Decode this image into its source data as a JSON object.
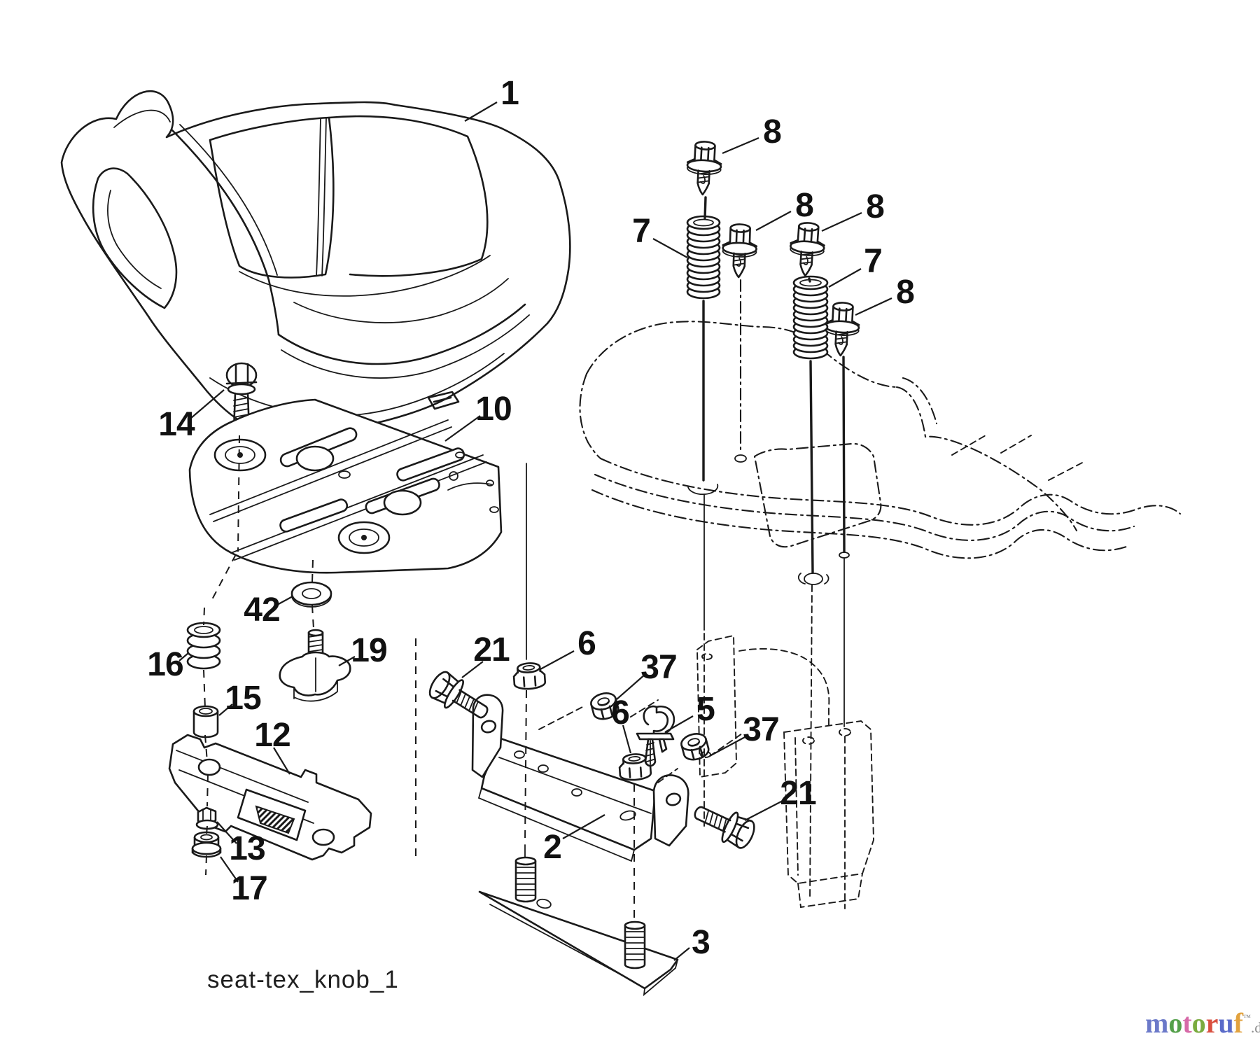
{
  "figure": {
    "type": "exploded-parts-diagram",
    "subject": "tractor seat assembly",
    "caption": "seat-tex_knob_1",
    "ink_color": "#1a1a1a",
    "background_color": "#ffffff",
    "callouts": [
      {
        "id": "seat",
        "text": "1"
      },
      {
        "id": "bolt-8-top",
        "text": "8"
      },
      {
        "id": "bolt-8-mid-left",
        "text": "8"
      },
      {
        "id": "bolt-8-mid-right",
        "text": "8"
      },
      {
        "id": "spring-7-left",
        "text": "7"
      },
      {
        "id": "spring-7-right",
        "text": "7"
      },
      {
        "id": "bolt-8-lower",
        "text": "8"
      },
      {
        "id": "carriage-bolt",
        "text": "14"
      },
      {
        "id": "seat-plate",
        "text": "10"
      },
      {
        "id": "washer",
        "text": "42"
      },
      {
        "id": "spring-small",
        "text": "16"
      },
      {
        "id": "wing-knob",
        "text": "19"
      },
      {
        "id": "bushing",
        "text": "15"
      },
      {
        "id": "adjuster-bracket",
        "text": "12"
      },
      {
        "id": "bolt-21-left",
        "text": "21"
      },
      {
        "id": "locknut-6-top",
        "text": "6"
      },
      {
        "id": "nut-37-upper",
        "text": "37"
      },
      {
        "id": "retainer-clip",
        "text": "5"
      },
      {
        "id": "locknut-6-lower",
        "text": "6"
      },
      {
        "id": "nut-37-lower",
        "text": "37"
      },
      {
        "id": "nut-13",
        "text": "13"
      },
      {
        "id": "flange-nut-17",
        "text": "17"
      },
      {
        "id": "seat-bracket",
        "text": "2"
      },
      {
        "id": "bolt-21-right",
        "text": "21"
      },
      {
        "id": "stud-plate",
        "text": "3"
      }
    ]
  },
  "watermark": {
    "letters": [
      {
        "ch": "m",
        "color": "#6b79c9"
      },
      {
        "ch": "o",
        "color": "#54a04a"
      },
      {
        "ch": "t",
        "color": "#d76aa8"
      },
      {
        "ch": "o",
        "color": "#7bab3f"
      },
      {
        "ch": "r",
        "color": "#d94f3f"
      },
      {
        "ch": "u",
        "color": "#5a6bc9"
      },
      {
        "ch": "f",
        "color": "#e2a23e"
      }
    ],
    "mark": "™",
    "mark_color": "#9a9a9a",
    "suffix": ".de",
    "suffix_color": "#8f8f8f"
  }
}
